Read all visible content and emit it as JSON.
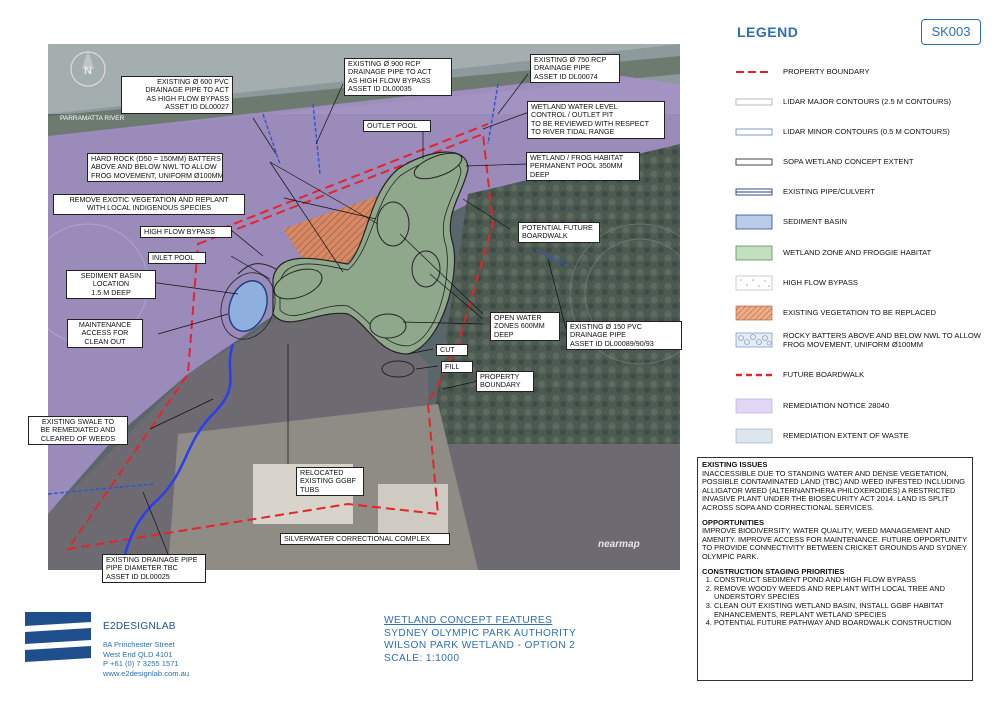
{
  "sheet_number": "SK003",
  "legend": {
    "title": "LEGEND",
    "items": [
      {
        "label": "PROPERTY BOUNDARY",
        "style": "dashed-red"
      },
      {
        "label": "LIDAR MAJOR CONTOURS (2.5 m CONTOURS)",
        "style": "double-line-white"
      },
      {
        "label": "LIDAR MINOR CONTOURS (0.5 m CONTOURS)",
        "style": "double-line-blue"
      },
      {
        "label": "SOPA WETLAND CONCEPT EXTENT",
        "style": "double-line-dark"
      },
      {
        "label": "EXISTING PIPE/CULVERT",
        "style": "double-line-navy"
      },
      {
        "label": "SEDIMENT BASIN",
        "style": "fill-blue"
      },
      {
        "label": "WETLAND ZONE AND FROGGIE HABITAT",
        "style": "fill-green"
      },
      {
        "label": "HIGH FLOW BYPASS",
        "style": "dotted-orange"
      },
      {
        "label": "EXISTING VEGETATION TO BE REPLACED",
        "style": "hatch-orange"
      },
      {
        "label": "ROCKY BATTERS ABOVE AND BELOW NWL TO ALLOW FROG MOVEMENT, UNIFORM Ø100mm",
        "style": "rocks"
      },
      {
        "label": "FUTURE BOARDWALK",
        "style": "dashed-red-thick"
      },
      {
        "label": "REMEDIATION NOTICE 28040",
        "style": "fill-lavender"
      },
      {
        "label": "REMEDIATION EXTENT OF WASTE",
        "style": "fill-lightblue"
      }
    ]
  },
  "colors": {
    "accent": "#2d6fb5",
    "boundary": "#e3242b",
    "sediment": "#8fb0de",
    "wetland": "#9fc79a",
    "remediation": "#b79ae0"
  },
  "map": {
    "north_label": "N",
    "river_label": "PARRAMATTA RIVER",
    "watermark": "nearmap",
    "callouts": [
      {
        "id": "pvc600",
        "lines": [
          "EXISTING Ø 600 PVC",
          "DRAINAGE PIPE TO ACT",
          "AS HIGH FLOW BYPASS",
          "ASSET ID DL00027"
        ]
      },
      {
        "id": "rcp900",
        "lines": [
          "EXISTING Ø 900 RCP",
          "DRAINAGE PIPE TO ACT",
          "AS HIGH FLOW BYPASS",
          "ASSET ID DL00035"
        ]
      },
      {
        "id": "rcp750",
        "lines": [
          "EXISTING Ø 750 RCP",
          "DRAINAGE PIPE",
          "ASSET ID DL00074"
        ]
      },
      {
        "id": "outletpit",
        "lines": [
          "WETLAND WATER LEVEL",
          "CONTROL / OUTLET PIT",
          "TO BE REVIEWED WITH RESPECT",
          "TO RIVER TIDAL RANGE"
        ]
      },
      {
        "id": "outletpool",
        "lines": [
          "OUTLET POOL"
        ]
      },
      {
        "id": "hardrock",
        "lines": [
          "HARD ROCK (D50 = 150mm) BATTERS",
          "ABOVE AND BELOW NWL TO ALLOW",
          "FROG MOVEMENT, UNIFORM Ø100mm"
        ]
      },
      {
        "id": "frog",
        "lines": [
          "WETLAND / FROG HABITAT",
          "PERMANENT POOL 350mm",
          "DEEP"
        ]
      },
      {
        "id": "exotic",
        "lines": [
          "REMOVE EXOTIC VEGETATION AND REPLANT",
          "WITH LOCAL INDIGENOUS SPECIES"
        ]
      },
      {
        "id": "boardwalk",
        "lines": [
          "POTENTIAL FUTURE",
          "BOARDWALK"
        ]
      },
      {
        "id": "bypass",
        "lines": [
          "HIGH FLOW BYPASS"
        ]
      },
      {
        "id": "inlet",
        "lines": [
          "INLET POOL"
        ]
      },
      {
        "id": "sediment",
        "lines": [
          "SEDIMENT BASIN",
          "LOCATION",
          "1.5 m DEEP"
        ]
      },
      {
        "id": "openwater",
        "lines": [
          "OPEN WATER",
          "ZONES 600mm",
          "DEEP"
        ]
      },
      {
        "id": "pvc150",
        "lines": [
          "EXISTING Ø 150 PVC",
          "DRAINAGE PIPE",
          "ASSET ID DL00089/90/93"
        ]
      },
      {
        "id": "maintenance",
        "lines": [
          "MAINTENANCE",
          "ACCESS FOR",
          "CLEAN OUT"
        ]
      },
      {
        "id": "cut",
        "lines": [
          "CUT"
        ]
      },
      {
        "id": "fill",
        "lines": [
          "FILL"
        ]
      },
      {
        "id": "property",
        "lines": [
          "PROPERTY",
          "BOUNDARY"
        ]
      },
      {
        "id": "swale",
        "lines": [
          "EXISTING SWALE TO",
          "BE REMEDIATED AND",
          "CLEARED OF WEEDS"
        ]
      },
      {
        "id": "ggbf",
        "lines": [
          "RELOCATED",
          "EXISTING GGBF",
          "TUBS"
        ]
      },
      {
        "id": "silverwater",
        "lines": [
          "SILVERWATER CORRECTIONAL COMPLEX"
        ]
      },
      {
        "id": "drainage",
        "lines": [
          "EXISTING DRAINAGE PIPE",
          "PIPE DIAMETER TBC",
          "ASSET ID DL00025"
        ]
      }
    ]
  },
  "issues": {
    "existing_title": "EXISTING ISSUES",
    "existing_text": "INACCESSIBLE DUE TO STANDING WATER AND DENSE VEGETATION, POSSIBLE CONTAMINATED LAND (TBC) AND WEED INFESTED INCLUDING ALLIGATOR WEED (ALTERNANTHERA PHILOXEROIDES) A RESTRICTED INVASIVE PLANT UNDER THE BIOSECURITY ACT 2014. LAND IS SPLIT ACROSS SOPA AND CORRECTIONAL SERVICES.",
    "opportunities_title": "OPPORTUNITIES",
    "opportunities_text": "IMPROVE BIODIVERSITY, WATER QUALITY, WEED MANAGEMENT AND AMENITY. IMPROVE ACCESS FOR MAINTENANCE. FUTURE OPPORTUNITY TO PROVIDE CONNECTIVITY BETWEEN CRICKET GROUNDS AND SYDNEY OLYMPIC PARK.",
    "staging_title": "CONSTRUCTION STAGING PRIORITIES",
    "staging": [
      "CONSTRUCT SEDIMENT POND AND HIGH FLOW BYPASS",
      "REMOVE WOODY WEEDS AND REPLANT WITH LOCAL TREE AND UNDERSTORY SPECIES",
      "CLEAN OUT EXISTING WETLAND BASIN, INSTALL GGBF HABITAT ENHANCEMENTS, REPLANT WETLAND SPECIES",
      "POTENTIAL FUTURE PATHWAY AND BOARDWALK CONSTRUCTION"
    ]
  },
  "company": {
    "name": "E2DESIGNLAB",
    "address": [
      "8A Princhester Street",
      "West End QLD 4101",
      "P +61 (0) 7 3255 1571",
      "www.e2designlab.com.au"
    ]
  },
  "title_block": [
    "WETLAND CONCEPT FEATURES",
    "SYDNEY OLYMPIC PARK AUTHORITY",
    "WILSON PARK WETLAND - OPTION 2",
    "SCALE: 1:1000"
  ]
}
